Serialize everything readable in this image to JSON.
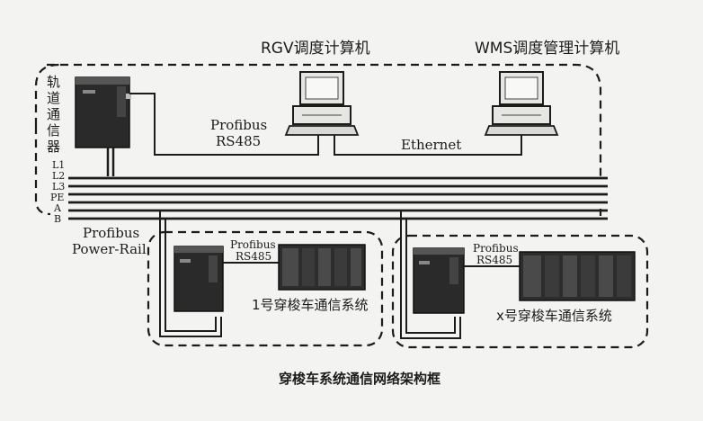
{
  "top_labels": {
    "rgv_computer": "RGV调度计算机",
    "wms_computer": "WMS调度管理计算机"
  },
  "rail_communicator": {
    "label_chars": [
      "轨",
      "道",
      "通",
      "信",
      "器"
    ]
  },
  "bus_lines": [
    "L1",
    "L2",
    "L3",
    "PE",
    "A",
    "B"
  ],
  "links": {
    "profibus_rs485_top": [
      "Profibus",
      "RS485"
    ],
    "ethernet": "Ethernet",
    "profibus_power_rail": [
      "Profibus",
      "Power-Rail"
    ]
  },
  "subsystems": [
    {
      "link_label": [
        "Profibus",
        "RS485"
      ],
      "name": "1号穿梭车通信系统"
    },
    {
      "link_label": [
        "Profibus",
        "RS485"
      ],
      "name": "x号穿梭车通信系统"
    }
  ],
  "caption": "穿梭车系统通信网络架构框"
}
